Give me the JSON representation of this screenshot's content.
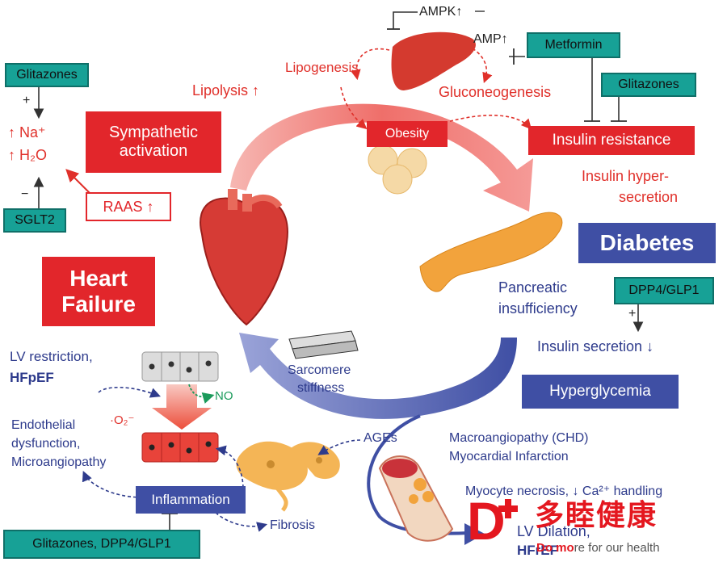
{
  "labels": {
    "ampk": "AMPK↑",
    "amp": "AMP↑",
    "lipogenesis": "Lipogenesis",
    "lipolysis": "Lipolysis ↑",
    "gluconeogenesis": "Gluconeogenesis",
    "insulin_hyper_1": "Insulin hyper-",
    "insulin_hyper_2": "secretion",
    "pancreatic_1": "Pancreatic",
    "pancreatic_2": "insufficiency",
    "insulin_secretion": "Insulin secretion ↓",
    "na": "↑ Na⁺",
    "h2o": "↑ H₂O",
    "lv_restriction": "LV restriction,",
    "hfpef": "HFpEF",
    "no": "NO",
    "o2": "·O₂⁻",
    "endothelial_1": "Endothelial",
    "endothelial_2": "dysfunction,",
    "endothelial_3": "Microangiopathy",
    "sarcomere_1": "Sarcomere",
    "sarcomere_2": "stiffness",
    "ages": "AGEs",
    "fibrosis": "Fibrosis",
    "macro": "Macroangiopathy (CHD)",
    "mi": "Myocardial Infarction",
    "myocyte": "Myocyte necrosis, ↓ Ca²⁺ handling",
    "lv_dilation": "LV Dilation,",
    "hfref": "HFrEF",
    "plus_1": "+",
    "minus_1": "−",
    "plus_2": "+"
  },
  "boxes": {
    "metformin": "Metformin",
    "glitazones_top": "Glitazones",
    "glitazones_left": "Glitazones",
    "sglt2": "SGLT2",
    "dpp4": "DPP4/GLP1",
    "bottom_drugs": "Glitazones, DPP4/GLP1",
    "obesity": "Obesity",
    "insulin_resistance": "Insulin resistance",
    "sympathetic_1": "Sympathetic",
    "sympathetic_2": "activation",
    "raas": "RAAS ↑",
    "heart_failure_1": "Heart",
    "heart_failure_2": "Failure",
    "diabetes": "Diabetes",
    "hyperglycemia": "Hyperglycemia",
    "inflammation": "Inflammation"
  },
  "logo": {
    "mark": "D",
    "chinese": "多睦健康",
    "tag_1": "Do mo",
    "tag_2": "re for our health"
  },
  "colors": {
    "red": "#e0302a",
    "navy": "#3f4fa4",
    "teal": "#17a196"
  }
}
